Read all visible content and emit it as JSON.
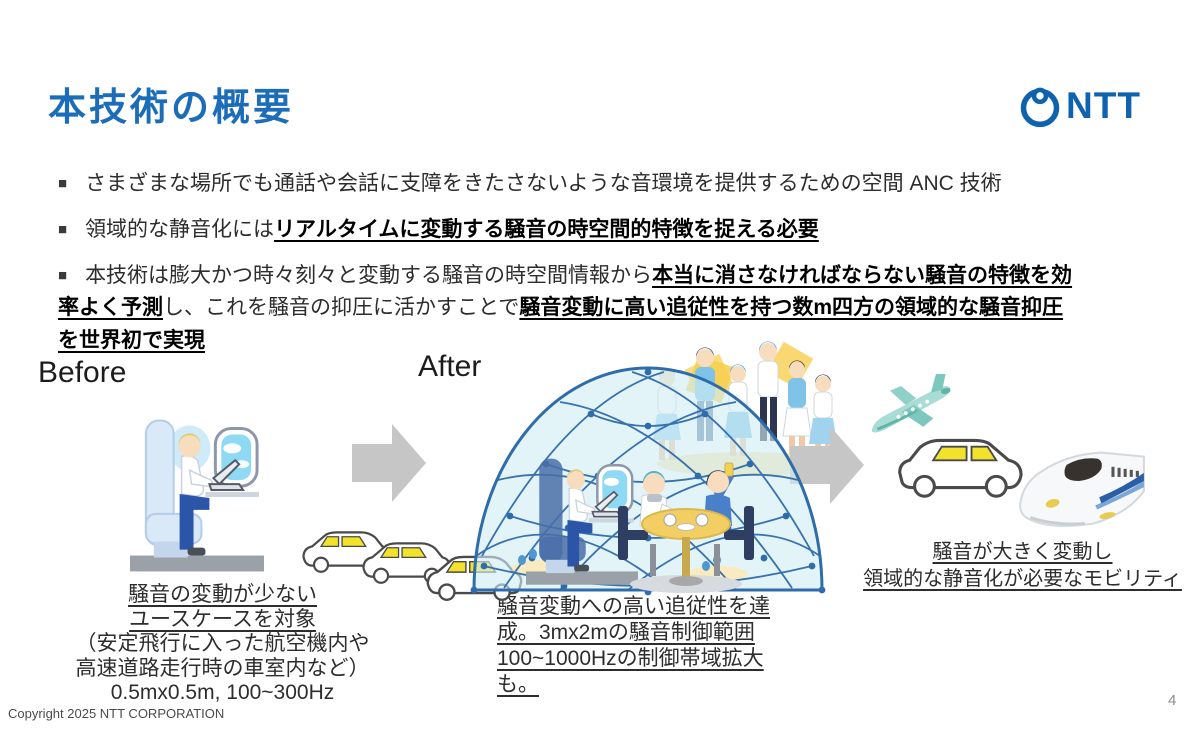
{
  "slide": {
    "title": "本技術の概要",
    "page_number": "4",
    "copyright": "Copyright 2025 NTT CORPORATION",
    "bullet_marker": "■"
  },
  "logo": {
    "text": "NTT"
  },
  "bullets": {
    "b1": "さまざまな場所でも通話や会話に支障をきたさないような音環境を提供するための空間 ANC 技術",
    "b2_plain": "領域的な静音化には",
    "b2_strong": "リアルタイムに変動する騒音の時空間的特徴を捉える必要",
    "b3_plain1": "本技術は膨大かつ時々刻々と変動する騒音の時空間情報から",
    "b3_strong1": "本当に消さなければならない騒音の特徴を効率よく予測",
    "b3_plain2": "し、これを騒音の抑圧に活かすことで",
    "b3_strong2": "騒音変動に高い追従性を持つ数m四方の領域的な騒音抑圧を世界初で実現"
  },
  "diagram": {
    "before_label": "Before",
    "after_label": "After",
    "before_caption": {
      "line1": "騒音の変動が少ない",
      "line2": "ユースケースを対象",
      "line3": "（安定飛行に入った航空機内や",
      "line4": "高速道路走行時の車室内など）",
      "line5": "0.5mx0.5m, 100~300Hz"
    },
    "after_caption": {
      "line1": "騒音変動への高い追従性を達",
      "line2": "成。3mx2mの騒音制御範囲",
      "line3": "100~1000Hzの制御帯域拡大",
      "line4": "も。"
    },
    "mobility_caption": {
      "line1": "騒音が大きく変動し",
      "line2": "領域的な静音化が必要なモビリティ"
    }
  },
  "colors": {
    "title_blue": "#1b6db9",
    "logo_blue": "#0f63ae",
    "text_dark": "#2d2d2d",
    "arrow_gray": "#c6c6c6",
    "dome_line": "#2e6cab",
    "dome_fill": "#d2edf4",
    "car_window_yellow": "#f2e22b",
    "plane_teal": "#a9dcd4",
    "shinkansen_stripe_blue": "#2a5fa8"
  }
}
